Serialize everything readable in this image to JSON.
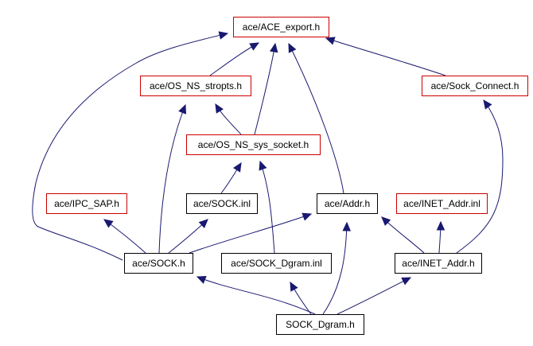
{
  "title": "SOCK_Dgram.h include dependency graph",
  "colors": {
    "edge": "#191970",
    "documented_border": "#000000",
    "undocumented_border": "#cc0000",
    "root_fill": "#000000",
    "root_text": "#ffffff"
  },
  "nodes": [
    {
      "id": "ace_export",
      "label": "ace/ACE_export.h",
      "kind": "undocumented"
    },
    {
      "id": "os_ns_stropts",
      "label": "ace/OS_NS_stropts.h",
      "kind": "undocumented"
    },
    {
      "id": "sock_connect",
      "label": "ace/Sock_Connect.h",
      "kind": "undocumented"
    },
    {
      "id": "os_ns_sys_socket",
      "label": "ace/OS_NS_sys_socket.h",
      "kind": "undocumented"
    },
    {
      "id": "ipc_sap",
      "label": "ace/IPC_SAP.h",
      "kind": "undocumented"
    },
    {
      "id": "sock_inl",
      "label": "ace/SOCK.inl",
      "kind": "documented"
    },
    {
      "id": "addr",
      "label": "ace/Addr.h",
      "kind": "documented"
    },
    {
      "id": "inet_addr_inl",
      "label": "ace/INET_Addr.inl",
      "kind": "undocumented"
    },
    {
      "id": "sock_h",
      "label": "ace/SOCK.h",
      "kind": "documented"
    },
    {
      "id": "sock_dgram_inl",
      "label": "ace/SOCK_Dgram.inl",
      "kind": "documented"
    },
    {
      "id": "inet_addr_h",
      "label": "ace/INET_Addr.h",
      "kind": "documented"
    },
    {
      "id": "sock_dgram_h",
      "label": "SOCK_Dgram.h",
      "kind": "root"
    }
  ],
  "edges": [
    {
      "from": "sock_dgram_h",
      "to": "sock_h"
    },
    {
      "from": "sock_dgram_h",
      "to": "sock_dgram_inl"
    },
    {
      "from": "sock_dgram_h",
      "to": "addr"
    },
    {
      "from": "sock_dgram_h",
      "to": "inet_addr_h"
    },
    {
      "from": "sock_h",
      "to": "ace_export"
    },
    {
      "from": "sock_h",
      "to": "os_ns_stropts"
    },
    {
      "from": "sock_h",
      "to": "ipc_sap"
    },
    {
      "from": "sock_h",
      "to": "sock_inl"
    },
    {
      "from": "sock_h",
      "to": "addr"
    },
    {
      "from": "sock_dgram_inl",
      "to": "os_ns_sys_socket"
    },
    {
      "from": "inet_addr_h",
      "to": "addr"
    },
    {
      "from": "inet_addr_h",
      "to": "inet_addr_inl"
    },
    {
      "from": "inet_addr_h",
      "to": "sock_connect"
    },
    {
      "from": "sock_inl",
      "to": "os_ns_sys_socket"
    },
    {
      "from": "addr",
      "to": "ace_export"
    },
    {
      "from": "os_ns_sys_socket",
      "to": "os_ns_stropts"
    },
    {
      "from": "os_ns_sys_socket",
      "to": "ace_export"
    },
    {
      "from": "os_ns_stropts",
      "to": "ace_export"
    },
    {
      "from": "sock_connect",
      "to": "ace_export"
    }
  ]
}
